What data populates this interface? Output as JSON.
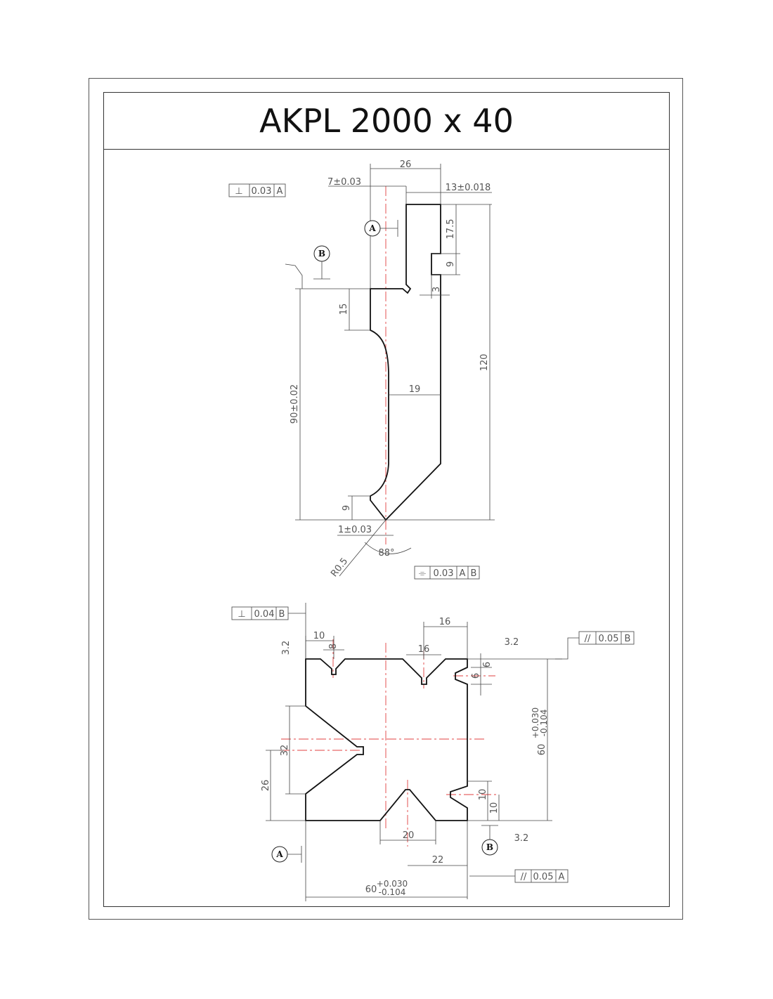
{
  "title": "AKPL 2000 x 40",
  "colors": {
    "outline": "#111111",
    "dimension": "#555555",
    "centerline": "#e04040"
  },
  "top_view": {
    "tolerance_perpendicular": {
      "symbol": "⊥",
      "value": "0.03",
      "datum": "A"
    },
    "tolerance_symmetry": {
      "symbol": "⌯",
      "value": "0.03",
      "datums": [
        "A",
        "B"
      ]
    },
    "datum_a": "A",
    "datum_b": "B",
    "dims": {
      "width": "26",
      "offset": "7±0.03",
      "tang": "13±0.018",
      "top_h": "17.5",
      "notch_h": "9",
      "notch_w": "3",
      "shoulder_h": "15",
      "total_h": "120",
      "blade_h": "90±0.02",
      "mid_w": "19",
      "tip_h": "9",
      "tip_w": "1±0.03",
      "angle": "88°",
      "radius": "R0.5"
    }
  },
  "bottom_view": {
    "tolerance_perpendicular": {
      "symbol": "⊥",
      "value": "0.04",
      "datum": "B"
    },
    "tolerance_parallel_right": {
      "symbol": "//",
      "value": "0.05",
      "datum": "B"
    },
    "tolerance_parallel_bottom": {
      "symbol": "//",
      "value": "0.05",
      "datum": "A"
    },
    "datum_a": "A",
    "datum_b": "B",
    "dims": {
      "top_left_off": "10",
      "top_left_v": "8",
      "top_mid_v": "16",
      "top_right_off": "16",
      "edge_left": "3.2",
      "edge_right_top": "3.2",
      "edge_right_bottom": "3.2",
      "notch_right_a": "6",
      "notch_right_b": "6",
      "left_v": "32",
      "left_off": "26",
      "right_low_a": "10",
      "right_low_b": "10",
      "bottom_v": "20",
      "bottom_off": "22",
      "height_nom": "60",
      "height_upper": "+0.030",
      "height_lower": "-0.104",
      "width_nom": "60",
      "width_upper": "+0.030",
      "width_lower": "-0.104"
    }
  }
}
